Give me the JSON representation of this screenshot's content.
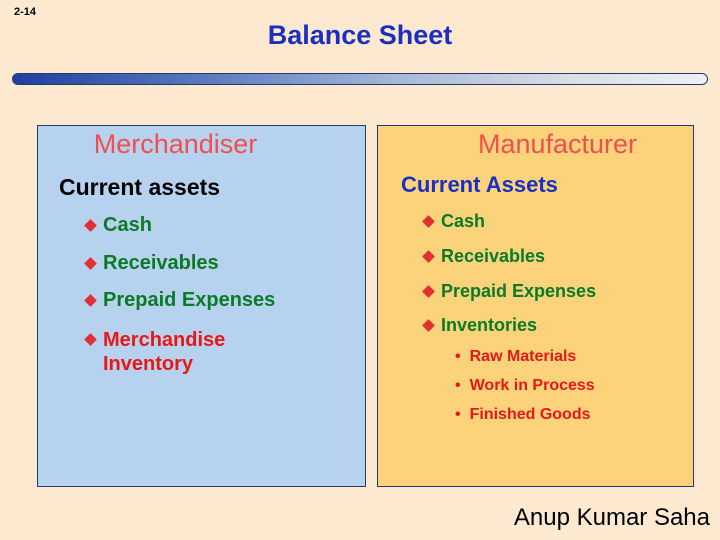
{
  "slide_number": "2-14",
  "title": "Balance Sheet",
  "merchandiser": {
    "title": "Merchandiser",
    "heading": "Current assets",
    "items": [
      "Cash",
      "Receivables",
      "Prepaid Expenses"
    ],
    "highlight_item": [
      "Merchandise",
      "Inventory"
    ]
  },
  "manufacturer": {
    "title": "Manufacturer",
    "heading": "Current Assets",
    "items": [
      "Cash",
      "Receivables",
      "Prepaid Expenses",
      "Inventories"
    ],
    "sub_items": [
      "Raw Materials",
      "Work in Process",
      "Finished Goods"
    ]
  },
  "author": "Anup Kumar Saha",
  "colors": {
    "background": "#fde9cf",
    "title": "#1b2fc0",
    "left_panel": "#b7d2ee",
    "right_panel": "#fcd27a",
    "panel_title": "#ee5050",
    "item_green": "#0a7a26",
    "highlight_red": "#e81818"
  },
  "icons": {
    "bullet": "diamond-icon",
    "sub_bullet": "dot-icon"
  }
}
